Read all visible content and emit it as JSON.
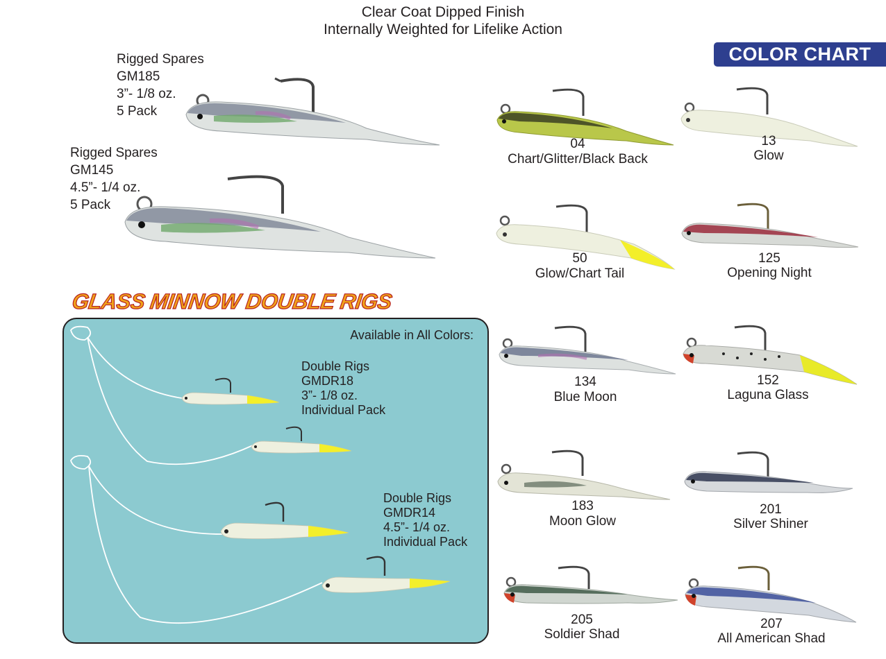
{
  "header": {
    "line2": "Clear Coat Dipped Finish",
    "line3": "Internally Weighted for Lifelike Action"
  },
  "spares": [
    {
      "title": "Rigged Spares",
      "sku": "GM185",
      "size": "3”- 1/8 oz.",
      "pack": "5 Pack"
    },
    {
      "title": "Rigged Spares",
      "sku": "GM145",
      "size": "4.5”- 1/4 oz.",
      "pack": "5 Pack"
    }
  ],
  "color_chart": {
    "title": "COLOR CHART",
    "badge_color": "#2e3f8f",
    "swatches": [
      {
        "code": "04",
        "name": "Chart/Glitter/Black Back"
      },
      {
        "code": "13",
        "name": "Glow"
      },
      {
        "code": "50",
        "name": "Glow/Chart Tail"
      },
      {
        "code": "125",
        "name": "Opening Night"
      },
      {
        "code": "134",
        "name": "Blue Moon"
      },
      {
        "code": "152",
        "name": "Laguna Glass"
      },
      {
        "code": "183",
        "name": "Moon Glow"
      },
      {
        "code": "201",
        "name": "Silver Shiner"
      },
      {
        "code": "205",
        "name": "Soldier Shad"
      },
      {
        "code": "207",
        "name": "All American Shad"
      }
    ]
  },
  "double_rigs": {
    "title": "GLASS MINNOW DOUBLE RIGS",
    "panel_color": "#8ccad0",
    "availability": "Available in All Colors:",
    "items": [
      {
        "title": "Double Rigs",
        "sku": "GMDR18",
        "size": "3”- 1/8 oz.",
        "pack": "Individual Pack"
      },
      {
        "title": "Double Rigs",
        "sku": "GMDR14",
        "size": "4.5”- 1/4 oz.",
        "pack": "Individual Pack"
      }
    ]
  }
}
